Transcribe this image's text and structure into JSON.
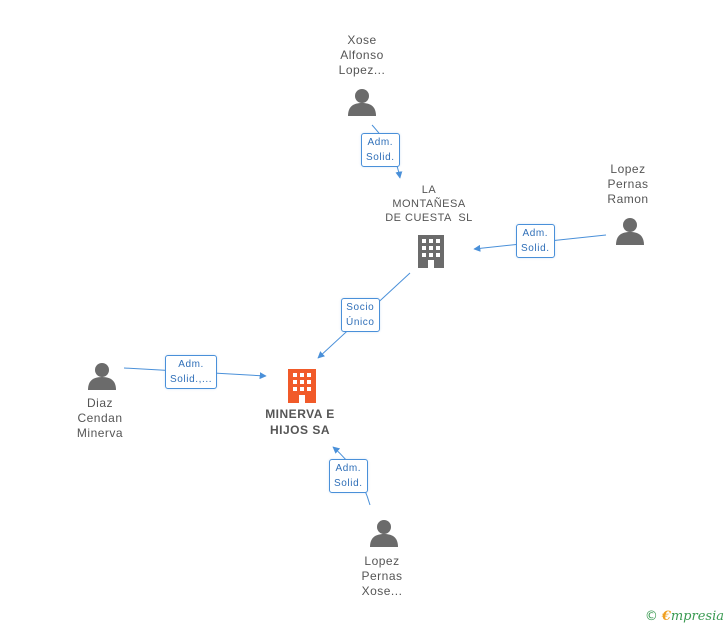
{
  "colors": {
    "edge": "#4a90d9",
    "person": "#6b6b6b",
    "company": "#6b6b6b",
    "main_company": "#f15a29",
    "brand_green": "#3a9a52",
    "brand_orange": "#f0a020"
  },
  "nodes": {
    "xose_alfonso": {
      "lines": [
        "Xose",
        "Alfonso",
        "Lopez..."
      ],
      "icon": "person-icon"
    },
    "lopez_pernas_ramon": {
      "lines": [
        "Lopez",
        "Pernas",
        "Ramon"
      ],
      "icon": "person-icon"
    },
    "la_montanesa": {
      "lines": [
        "LA",
        "MONTAÑESA",
        "DE CUESTA  SL"
      ],
      "icon": "building-icon"
    },
    "minerva": {
      "lines": [
        "MINERVA E",
        "HIJOS SA"
      ],
      "icon": "building-icon"
    },
    "diaz_cendan": {
      "lines": [
        "Diaz",
        "Cendan",
        "Minerva"
      ],
      "icon": "person-icon"
    },
    "lopez_pernas_xose": {
      "lines": [
        "Lopez",
        "Pernas",
        "Xose..."
      ],
      "icon": "person-icon"
    }
  },
  "edges": [
    {
      "from": "xose_alfonso",
      "to": "la_montanesa",
      "label": [
        "Adm.",
        "Solid."
      ]
    },
    {
      "from": "lopez_pernas_ramon",
      "to": "la_montanesa",
      "label": [
        "Adm.",
        "Solid."
      ]
    },
    {
      "from": "la_montanesa",
      "to": "minerva",
      "label": [
        "Socio",
        "Único"
      ]
    },
    {
      "from": "diaz_cendan",
      "to": "minerva",
      "label": [
        "Adm.",
        "Solid.,..."
      ]
    },
    {
      "from": "lopez_pernas_xose",
      "to": "minerva",
      "label": [
        "Adm.",
        "Solid."
      ]
    }
  ],
  "brand": {
    "copyright": "©",
    "e": "€",
    "name": "mpresia"
  }
}
